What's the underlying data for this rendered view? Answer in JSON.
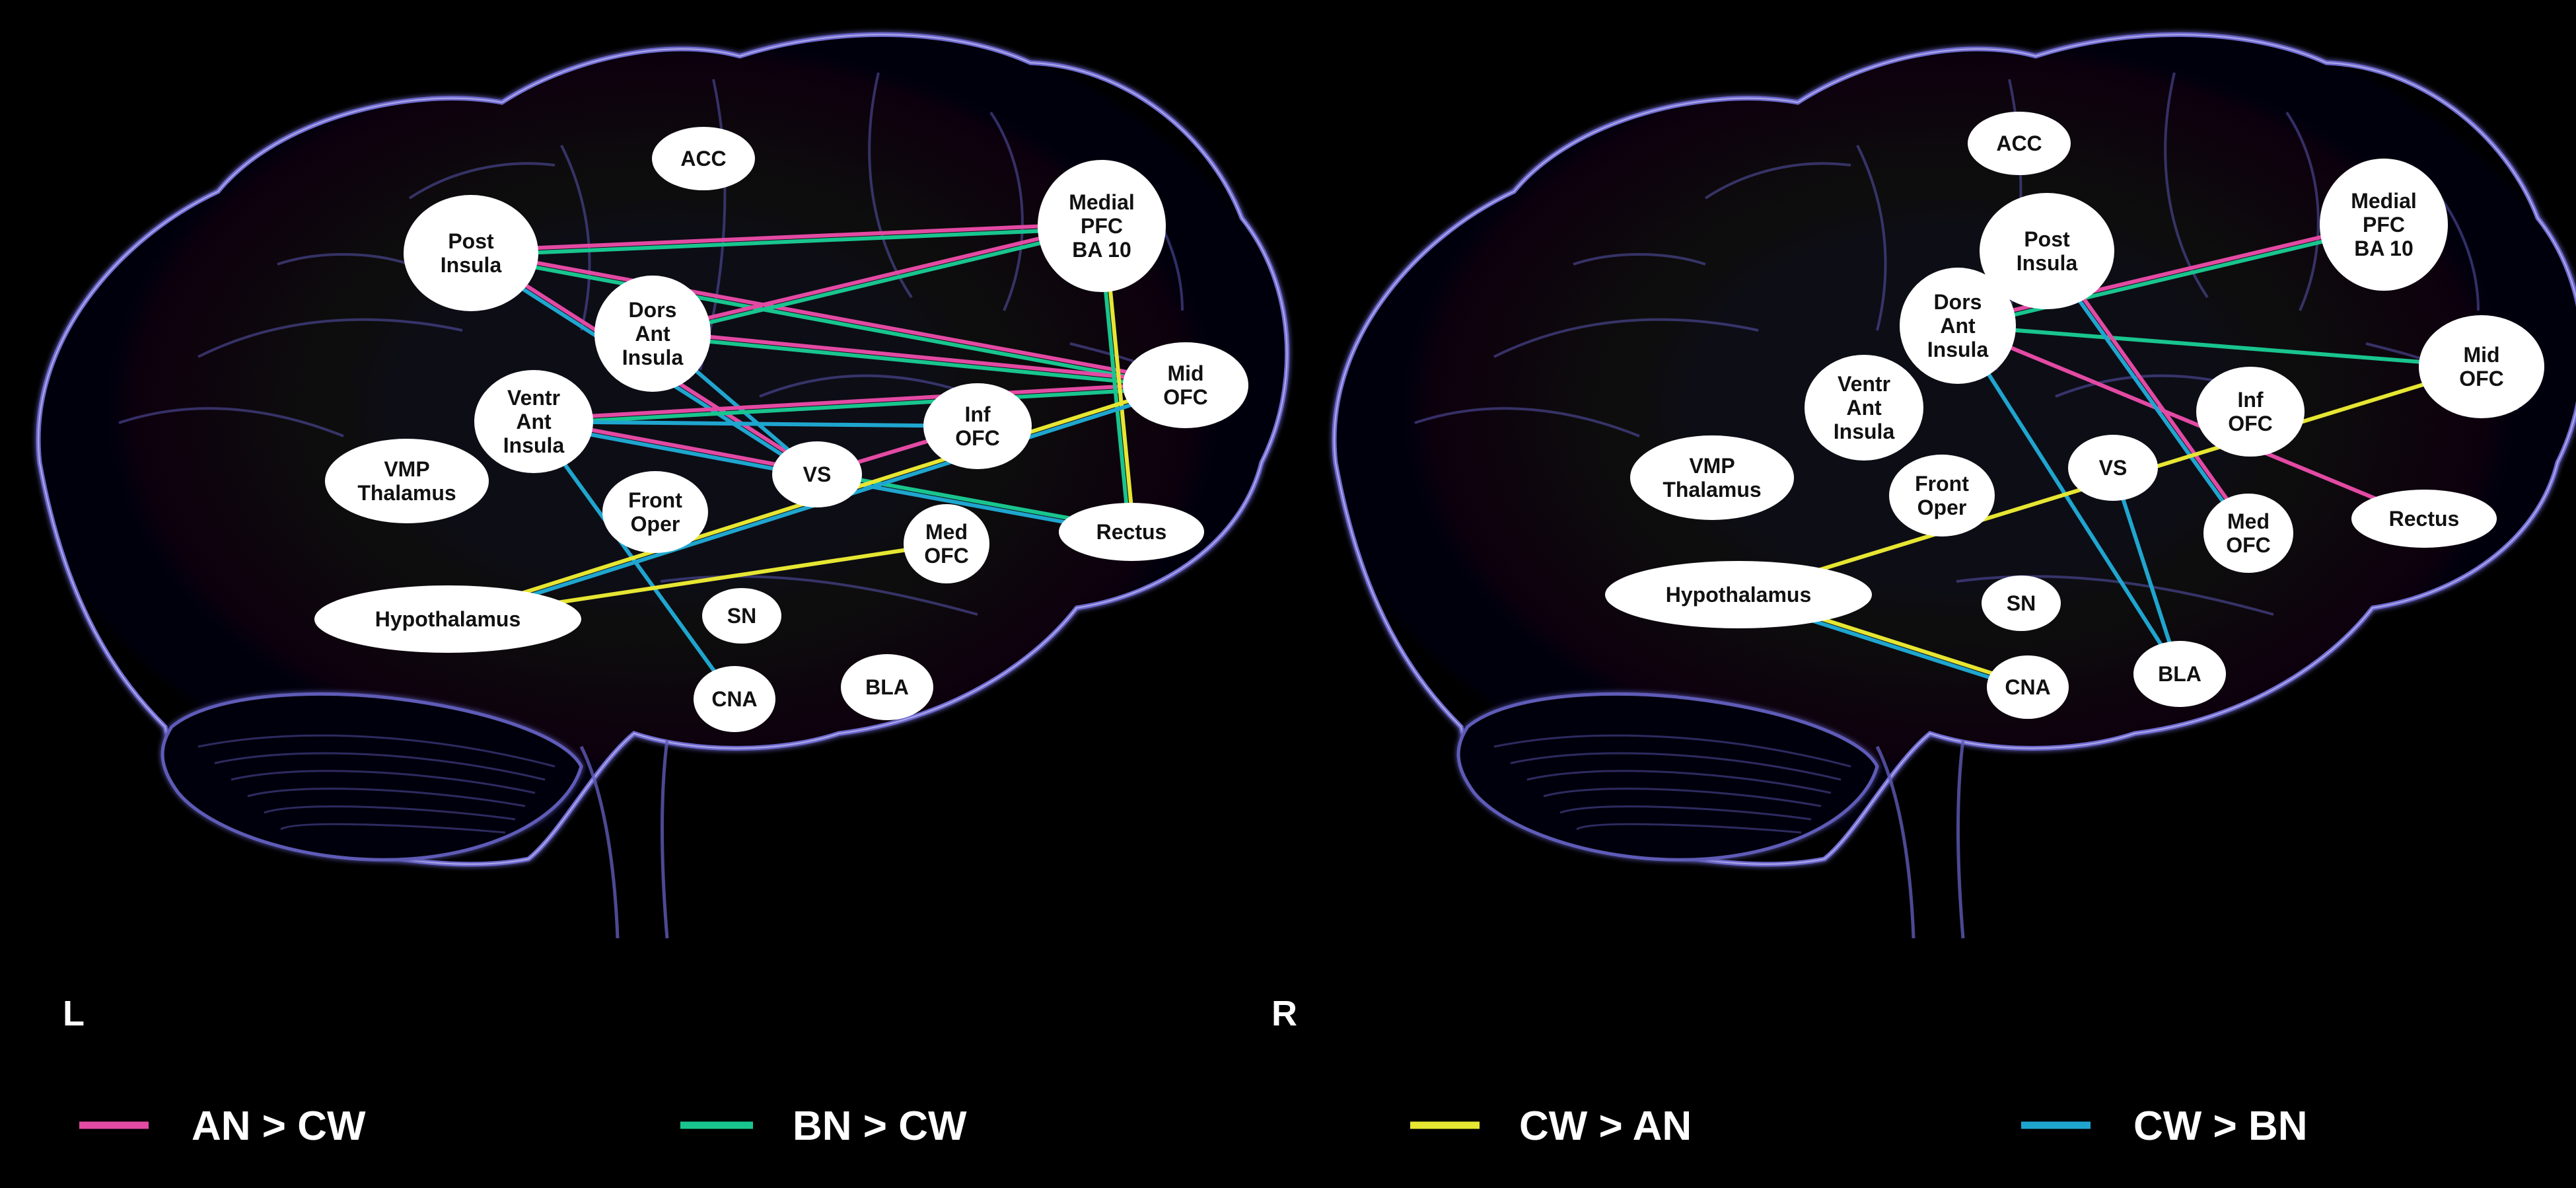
{
  "colors": {
    "AN_gt_CW": "#e34aa3",
    "BN_gt_CW": "#19c58e",
    "CW_gt_AN": "#e6e633",
    "CW_gt_BN": "#1fa6cf"
  },
  "legend": [
    {
      "label": "AN > CW",
      "color_key": "AN_gt_CW"
    },
    {
      "label": "BN > CW",
      "color_key": "BN_gt_CW"
    },
    {
      "label": "CW > AN",
      "color_key": "CW_gt_AN"
    },
    {
      "label": "CW > BN",
      "color_key": "CW_gt_BN"
    }
  ],
  "panels": [
    {
      "hemisphere": "L",
      "regions": [
        {
          "id": "acc",
          "lines": [
            "ACC"
          ]
        },
        {
          "id": "post-insula",
          "lines": [
            "Post",
            "Insula"
          ]
        },
        {
          "id": "medial-pfc",
          "lines": [
            "Medial",
            "PFC",
            "BA 10"
          ]
        },
        {
          "id": "dors-ant-insula",
          "lines": [
            "Dors",
            "Ant",
            "Insula"
          ]
        },
        {
          "id": "mid-ofc",
          "lines": [
            "Mid",
            "OFC"
          ]
        },
        {
          "id": "ventr-ant-insula",
          "lines": [
            "Ventr",
            "Ant",
            "Insula"
          ]
        },
        {
          "id": "inf-ofc",
          "lines": [
            "Inf",
            "OFC"
          ]
        },
        {
          "id": "vmp-thalamus",
          "lines": [
            "VMP",
            "Thalamus"
          ]
        },
        {
          "id": "vs",
          "lines": [
            "VS"
          ]
        },
        {
          "id": "front-oper",
          "lines": [
            "Front",
            "Oper"
          ]
        },
        {
          "id": "rectus",
          "lines": [
            "Rectus"
          ]
        },
        {
          "id": "med-ofc",
          "lines": [
            "Med",
            "OFC"
          ]
        },
        {
          "id": "hypothalamus",
          "lines": [
            "Hypothalamus"
          ]
        },
        {
          "id": "sn",
          "lines": [
            "SN"
          ]
        },
        {
          "id": "cna",
          "lines": [
            "CNA"
          ]
        },
        {
          "id": "bla",
          "lines": [
            "BLA"
          ]
        }
      ],
      "connections": [
        {
          "from": "post-insula",
          "to": "medial-pfc",
          "groups": [
            "AN_gt_CW",
            "BN_gt_CW"
          ]
        },
        {
          "from": "post-insula",
          "to": "mid-ofc",
          "groups": [
            "AN_gt_CW",
            "BN_gt_CW"
          ]
        },
        {
          "from": "post-insula",
          "to": "vs",
          "groups": [
            "AN_gt_CW",
            "CW_gt_BN"
          ]
        },
        {
          "from": "dors-ant-insula",
          "to": "medial-pfc",
          "groups": [
            "AN_gt_CW",
            "BN_gt_CW"
          ]
        },
        {
          "from": "dors-ant-insula",
          "to": "mid-ofc",
          "groups": [
            "AN_gt_CW",
            "BN_gt_CW"
          ]
        },
        {
          "from": "dors-ant-insula",
          "to": "vs",
          "groups": [
            "CW_gt_BN"
          ]
        },
        {
          "from": "ventr-ant-insula",
          "to": "mid-ofc",
          "groups": [
            "AN_gt_CW",
            "BN_gt_CW"
          ]
        },
        {
          "from": "ventr-ant-insula",
          "to": "inf-ofc",
          "groups": [
            "CW_gt_BN"
          ]
        },
        {
          "from": "ventr-ant-insula",
          "to": "vs",
          "groups": [
            "AN_gt_CW",
            "CW_gt_BN"
          ]
        },
        {
          "from": "ventr-ant-insula",
          "to": "cna",
          "groups": [
            "CW_gt_BN"
          ]
        },
        {
          "from": "vs",
          "to": "inf-ofc",
          "groups": [
            "AN_gt_CW"
          ]
        },
        {
          "from": "vs",
          "to": "rectus",
          "groups": [
            "BN_gt_CW",
            "CW_gt_BN"
          ]
        },
        {
          "from": "medial-pfc",
          "to": "rectus",
          "groups": [
            "CW_gt_AN",
            "BN_gt_CW"
          ]
        },
        {
          "from": "hypothalamus",
          "to": "mid-ofc",
          "groups": [
            "CW_gt_AN",
            "CW_gt_BN"
          ]
        },
        {
          "from": "hypothalamus",
          "to": "med-ofc",
          "groups": [
            "CW_gt_AN"
          ]
        }
      ]
    },
    {
      "hemisphere": "R",
      "regions": [
        {
          "id": "acc",
          "lines": [
            "ACC"
          ]
        },
        {
          "id": "post-insula",
          "lines": [
            "Post",
            "Insula"
          ]
        },
        {
          "id": "medial-pfc",
          "lines": [
            "Medial",
            "PFC",
            "BA 10"
          ]
        },
        {
          "id": "dors-ant-insula",
          "lines": [
            "Dors",
            "Ant",
            "Insula"
          ]
        },
        {
          "id": "mid-ofc",
          "lines": [
            "Mid",
            "OFC"
          ]
        },
        {
          "id": "ventr-ant-insula",
          "lines": [
            "Ventr",
            "Ant",
            "Insula"
          ]
        },
        {
          "id": "inf-ofc",
          "lines": [
            "Inf",
            "OFC"
          ]
        },
        {
          "id": "vmp-thalamus",
          "lines": [
            "VMP",
            "Thalamus"
          ]
        },
        {
          "id": "vs",
          "lines": [
            "VS"
          ]
        },
        {
          "id": "front-oper",
          "lines": [
            "Front",
            "Oper"
          ]
        },
        {
          "id": "med-ofc",
          "lines": [
            "Med",
            "OFC"
          ]
        },
        {
          "id": "rectus",
          "lines": [
            "Rectus"
          ]
        },
        {
          "id": "hypothalamus",
          "lines": [
            "Hypothalamus"
          ]
        },
        {
          "id": "sn",
          "lines": [
            "SN"
          ]
        },
        {
          "id": "cna",
          "lines": [
            "CNA"
          ]
        },
        {
          "id": "bla",
          "lines": [
            "BLA"
          ]
        }
      ],
      "connections": [
        {
          "from": "dors-ant-insula",
          "to": "medial-pfc",
          "groups": [
            "AN_gt_CW",
            "BN_gt_CW"
          ]
        },
        {
          "from": "dors-ant-insula",
          "to": "mid-ofc",
          "groups": [
            "BN_gt_CW"
          ]
        },
        {
          "from": "dors-ant-insula",
          "to": "rectus",
          "groups": [
            "AN_gt_CW"
          ]
        },
        {
          "from": "dors-ant-insula",
          "to": "bla",
          "groups": [
            "CW_gt_BN"
          ]
        },
        {
          "from": "post-insula",
          "to": "med-ofc",
          "groups": [
            "AN_gt_CW",
            "CW_gt_BN"
          ]
        },
        {
          "from": "vs",
          "to": "bla",
          "groups": [
            "CW_gt_BN"
          ]
        },
        {
          "from": "hypothalamus",
          "to": "mid-ofc",
          "groups": [
            "CW_gt_AN"
          ]
        },
        {
          "from": "hypothalamus",
          "to": "cna",
          "groups": [
            "CW_gt_AN",
            "CW_gt_BN"
          ]
        }
      ]
    }
  ]
}
